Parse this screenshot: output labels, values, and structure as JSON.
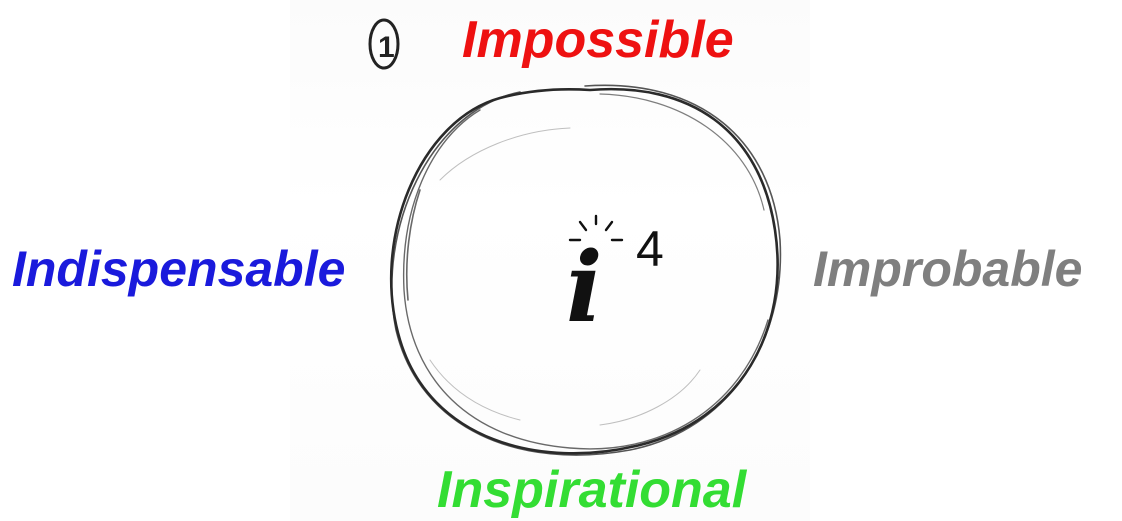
{
  "labels": {
    "top": {
      "text": "Impossible",
      "color": "#ee1111"
    },
    "left": {
      "text": "Indispensable",
      "color": "#1a1adc"
    },
    "right": {
      "text": "Improbable",
      "color": "#7f7f7f"
    },
    "bottom": {
      "text": "Inspirational",
      "color": "#33dd33"
    }
  },
  "center": {
    "letter": "i",
    "superscript": "4"
  },
  "corner_marker": "1",
  "icons": {
    "glow": "lightbulb-spark-icon"
  }
}
